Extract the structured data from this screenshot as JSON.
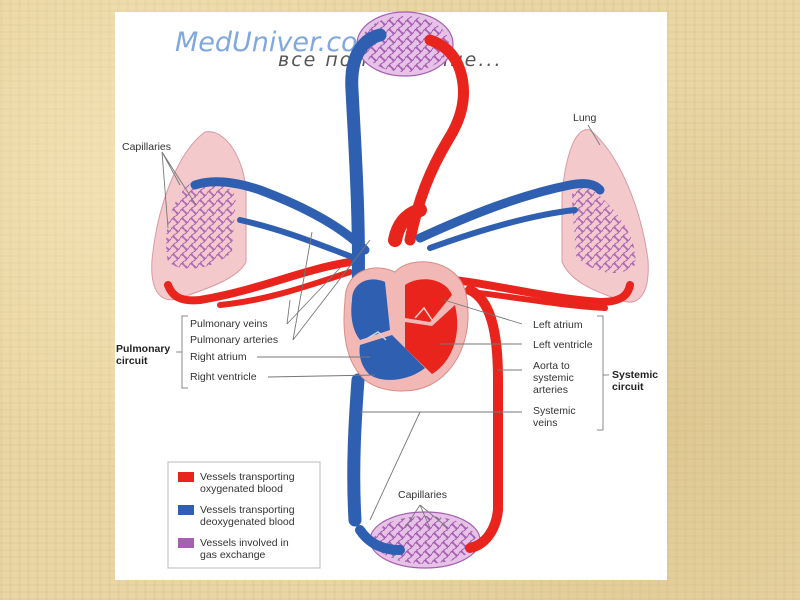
{
  "watermark": {
    "brand": "MedUniver.com",
    "tagline": "все по медицине..."
  },
  "labels": {
    "capillaries_left": "Capillaries",
    "lung": "Lung",
    "capillaries_bottom": "Capillaries",
    "pulmonary_circuit": [
      "Pulmonary",
      "circuit"
    ],
    "systemic_circuit": [
      "Systemic",
      "circuit"
    ],
    "pulmonary_veins": "Pulmonary veins",
    "pulmonary_arteries": "Pulmonary arteries",
    "right_atrium": "Right atrium",
    "right_ventricle": "Right ventricle",
    "left_atrium": "Left atrium",
    "left_ventricle": "Left ventricle",
    "aorta": [
      "Aorta to",
      "systemic",
      "arteries"
    ],
    "systemic_veins": [
      "Systemic",
      "veins"
    ]
  },
  "legend": [
    {
      "color": "#e8241c",
      "lines": [
        "Vessels transporting",
        "oxygenated blood"
      ]
    },
    {
      "color": "#2e5fb0",
      "lines": [
        "Vessels transporting",
        "deoxygenated blood"
      ]
    },
    {
      "color": "#a65fb3",
      "lines": [
        "Vessels involved in",
        "gas exchange"
      ]
    }
  ],
  "colors": {
    "oxygenated": "#e8241c",
    "deoxygenated": "#2e5fb0",
    "exchange": "#a65fb3",
    "lung_tissue": "#f3c9cc",
    "heart_wall": "#f2b8b6"
  }
}
